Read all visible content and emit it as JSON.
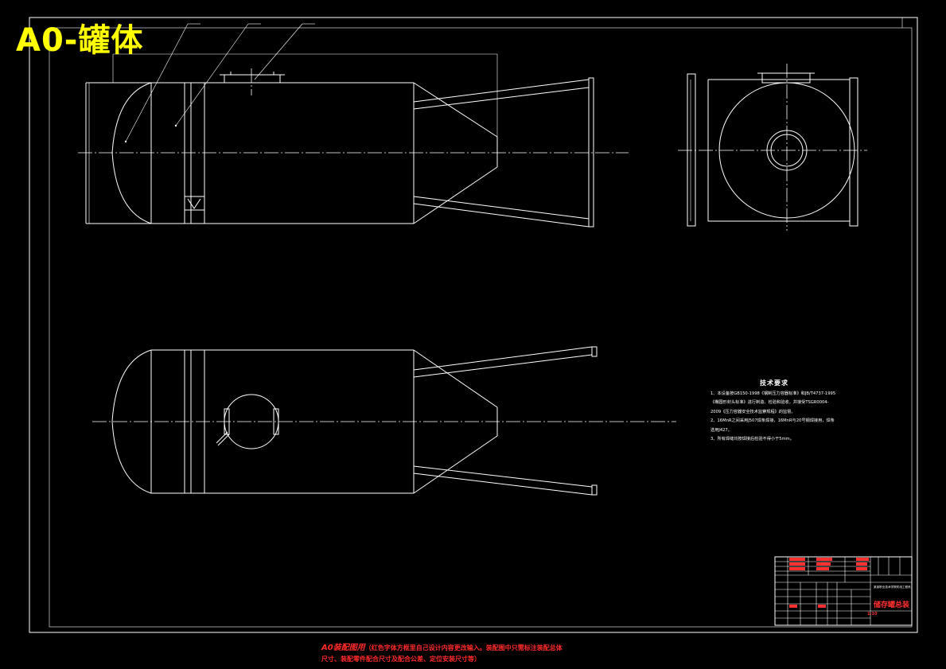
{
  "drawing": {
    "sheet_title": "A0-罐体",
    "colors": {
      "line": "#ffffff",
      "title": "#ffff00",
      "annotation": "#ff2a2a",
      "background": "#000000"
    }
  },
  "technical_requirements": {
    "title": "技术要求",
    "items": [
      "1、本设备按GB150-1998《钢制压力容器标准》和JB/T4737-1995《椭圆形封头标准》进行制造、检验和验收，并接受TSGR0004-2009《压力容器安全技术监察规程》的监督。",
      "2、16MnR之间采用J507焊条焊接，16MnR与20号钢焊接用，焊条选用J427。",
      "3、所有焊缝均按焊接后检验不得小于5mm。"
    ]
  },
  "title_block": {
    "drawing_name": "储存罐总装",
    "school": "某某职业技术学院机电工程系",
    "scale": "1:10"
  },
  "caption": {
    "head": "A0装配图用",
    "line1": "（红色字体方框里自己设计内容更改输入。装配图中只需标注装配总体",
    "line2": "尺寸、装配零件配合尺寸及配合公差、定位安装尺寸等）"
  }
}
